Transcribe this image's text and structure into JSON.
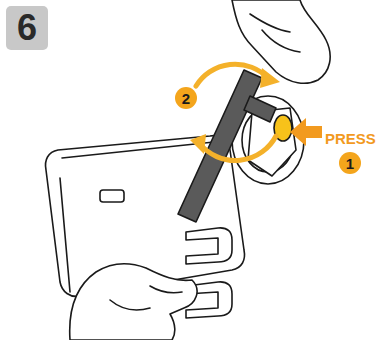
{
  "diagram": {
    "nodes": [
      {
        "text": [
          "6"
        ]
      },
      {
        "text": [
          "2"
        ]
      },
      {
        "text": [
          "1"
        ]
      }
    ],
    "labels": [
      "PRESS"
    ]
  }
}
